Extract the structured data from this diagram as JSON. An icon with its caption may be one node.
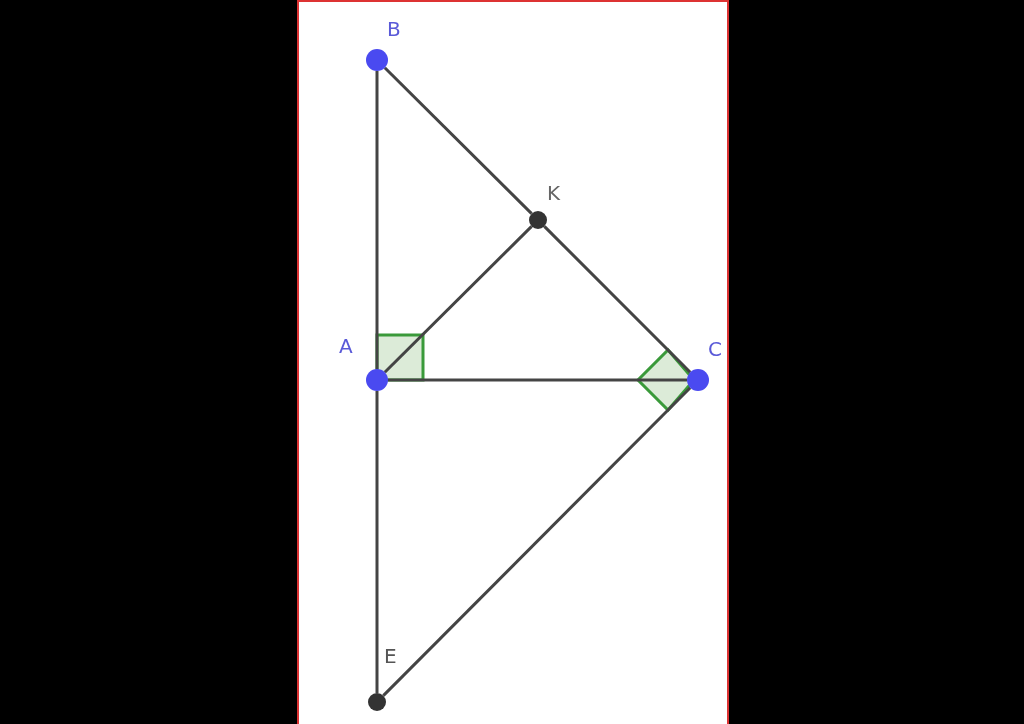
{
  "diagram": {
    "nodes": [
      {
        "text": [
          "B"
        ]
      },
      {
        "text": [
          "K"
        ]
      },
      {
        "text": [
          "A"
        ]
      },
      {
        "text": [
          "C"
        ]
      },
      {
        "text": [
          "E"
        ]
      }
    ],
    "edges": [
      {
        "from": 0,
        "to": 2,
        "arrow": "none"
      },
      {
        "from": 0,
        "to": 1,
        "arrow": "none"
      },
      {
        "from": 1,
        "to": 3,
        "arrow": "none"
      },
      {
        "from": 2,
        "to": 1,
        "arrow": "none"
      },
      {
        "from": 2,
        "to": 3,
        "arrow": "none"
      },
      {
        "from": 2,
        "to": 4,
        "arrow": "none"
      },
      {
        "from": 4,
        "to": 3,
        "arrow": "none"
      }
    ]
  }
}
